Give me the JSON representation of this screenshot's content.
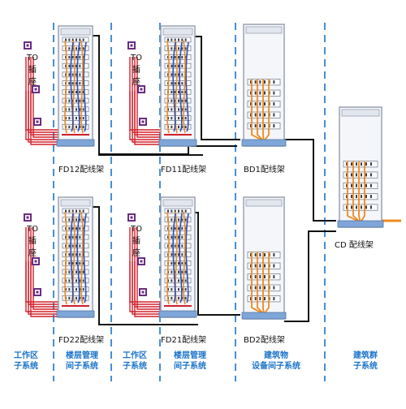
{
  "labels": {
    "fd12": "FD12配线架",
    "fd11": "FD11配线架",
    "bd1": "BD1配线架",
    "fd22": "FD22配线架",
    "fd21": "FD21配线架",
    "bd2": "BD2配线架",
    "cd": "CD 配线架",
    "to_line1": "TO",
    "to_line2": "插",
    "to_line3": "座"
  },
  "categories": {
    "work_area": [
      "工作区",
      "子系统"
    ],
    "floor_mgmt": [
      "楼层管理",
      "间子系统"
    ],
    "work_area2": [
      "工作区",
      "子系统"
    ],
    "floor_mgmt2": [
      "楼层管理",
      "间子系统"
    ],
    "building": [
      "建筑物",
      "设备间子系统"
    ],
    "campus": [
      "建筑群",
      "子系统"
    ]
  },
  "colors": {
    "category_text": "#1a73c9",
    "divider": "#1a73c9",
    "backbone_cable": "#111111",
    "horizontal_cable": "#d0202a",
    "patch_orange": "#f08a1c",
    "patch_blue": "#2a4fb8",
    "outlet": "#6a2c82",
    "rack_frame": "#9aa2b0",
    "rack_base": "#7fa6d8"
  }
}
